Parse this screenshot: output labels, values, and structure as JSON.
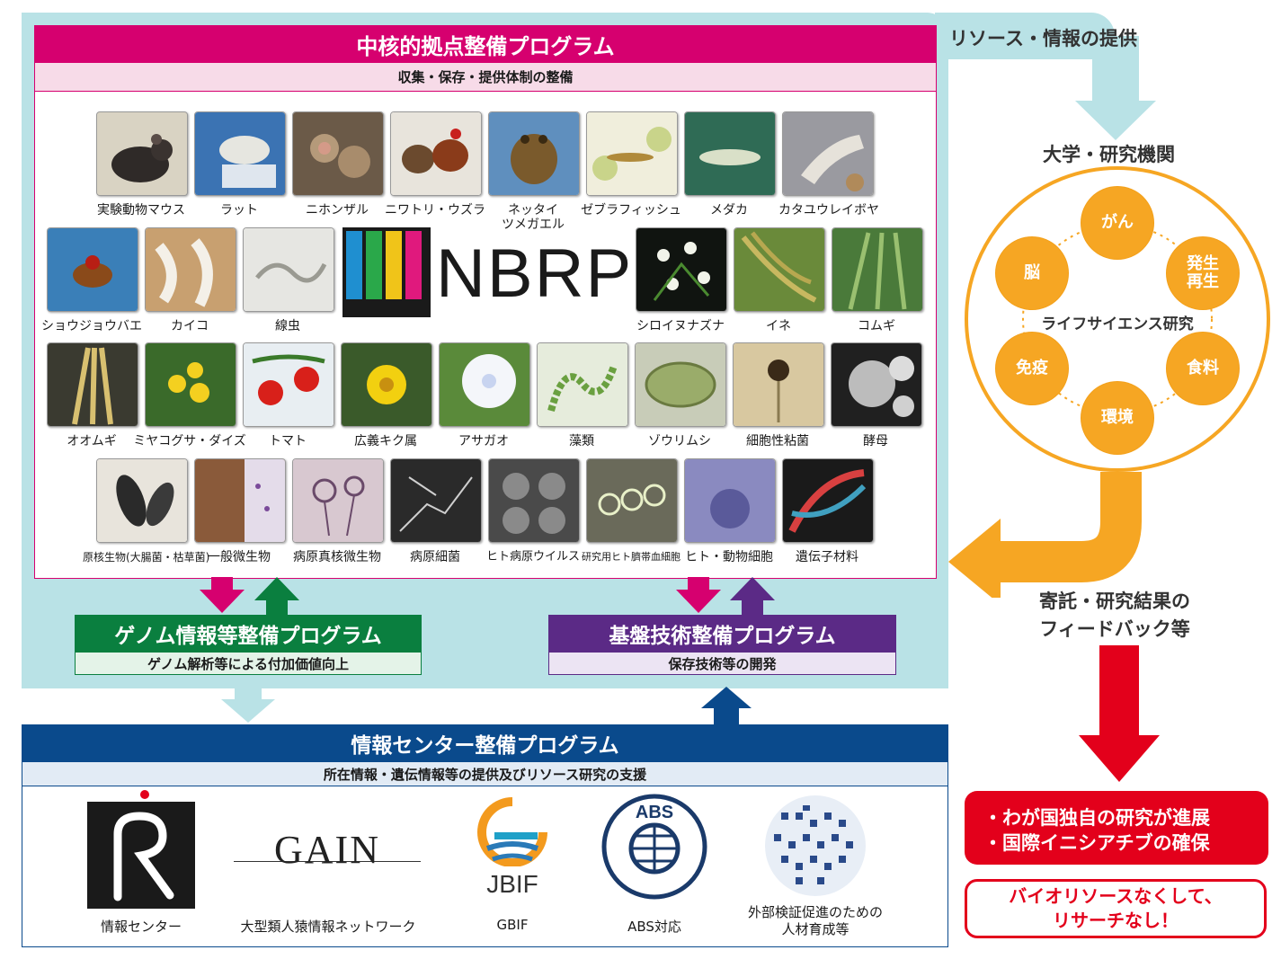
{
  "core_program": {
    "title": "中核的拠点整備プログラム",
    "subtitle": "収集・保存・提供体制の整備",
    "nbrp_logo": "NBRP",
    "rows": [
      [
        "実験動物マウス",
        "ラット",
        "ニホンザル",
        "ニワトリ・ウズラ",
        "ネッタイ\nツメガエル",
        "ゼブラフィッシュ",
        "メダカ",
        "カタユウレイボヤ"
      ],
      [
        "ショウジョウバエ",
        "カイコ",
        "線虫",
        "シロイヌナズナ",
        "イネ",
        "コムギ"
      ],
      [
        "オオムギ",
        "ミヤコグサ・ダイズ",
        "トマト",
        "広義キク属",
        "アサガオ",
        "藻類",
        "ゾウリムシ",
        "細胞性粘菌",
        "酵母"
      ],
      [
        "原核生物(大腸菌・枯草菌)",
        "一般微生物",
        "病原真核微生物",
        "病原細菌",
        "ヒト病原ウイルス",
        "研究用ヒト臍帯血細胞",
        "ヒト・動物細胞",
        "遺伝子材料"
      ]
    ]
  },
  "genome_program": {
    "title": "ゲノム情報等整備プログラム",
    "subtitle": "ゲノム解析等による付加価値向上"
  },
  "tech_program": {
    "title": "基盤技術整備プログラム",
    "subtitle": "保存技術等の開発"
  },
  "info_program": {
    "title": "情報センター整備プログラム",
    "subtitle": "所在情報・遺伝情報等の提供及びリソース研究の支援",
    "logos": [
      {
        "label": "情報センター",
        "mark": "R"
      },
      {
        "label": "大型類人猿情報ネットワーク",
        "mark": "GAIN"
      },
      {
        "label": "GBIF",
        "mark": "JBIF"
      },
      {
        "label": "ABS対応",
        "mark": "ABS"
      },
      {
        "label": "外部検証促進のための\n人材育成等",
        "mark": ""
      }
    ]
  },
  "right": {
    "resource_label": "リソース・情報の提供",
    "university_label": "大学・研究機関",
    "center_label": "ライフサイエンス研究",
    "nodes": [
      "がん",
      "発生\n再生",
      "食料",
      "環境",
      "免疫",
      "脳"
    ],
    "feedback_label": "寄託・研究結果の\nフィードバック等",
    "result_lines": [
      "・わが国独自の研究が進展",
      "・国際イニシアチブの確保"
    ],
    "slogan": "バイオリソースなくして、\nリサーチなし！"
  },
  "colors": {
    "teal": "#b9e2e6",
    "magenta": "#d6006f",
    "green": "#0a7f3f",
    "purple": "#5b2a86",
    "navy": "#0a4a8c",
    "orange": "#f6a623",
    "red": "#e3001b"
  }
}
